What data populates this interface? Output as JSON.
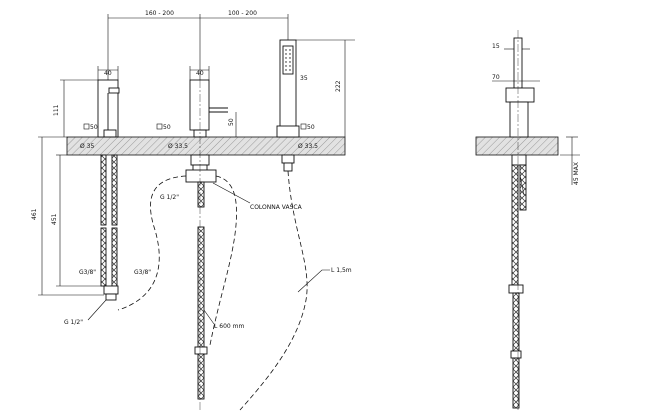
{
  "dimensions": {
    "spacing_left": "160 - 200",
    "spacing_right": "100 - 200",
    "width_spout": "40",
    "width_handle": "40",
    "width_shower": "35",
    "height_shower": "222",
    "height_spout": "111",
    "square_50_a": "50",
    "square_50_b": "50",
    "square_50_c": "50",
    "height_handle": "50",
    "hole_35": "Ø 35",
    "hole_33_5_a": "Ø 33.5",
    "hole_33_5_b": "Ø 33.5",
    "total_height": "461",
    "hose_length": "451",
    "side_top": "15",
    "side_mid": "70",
    "max_thickness": "45 MAX"
  },
  "labels": {
    "thread_g12_top": "G 1/2\"",
    "diverter_column": "COLONNA VASCA",
    "thread_g38_left": "G3/8\"",
    "thread_g38_right": "G3/8\"",
    "thread_g12_bottom": "G 1/2\"",
    "hose_l600": "L 600 mm",
    "hose_l15": "L 1,5m"
  },
  "colors": {
    "line": "#111111",
    "hatch_fill": "#d0d0d0",
    "background": "#ffffff"
  }
}
